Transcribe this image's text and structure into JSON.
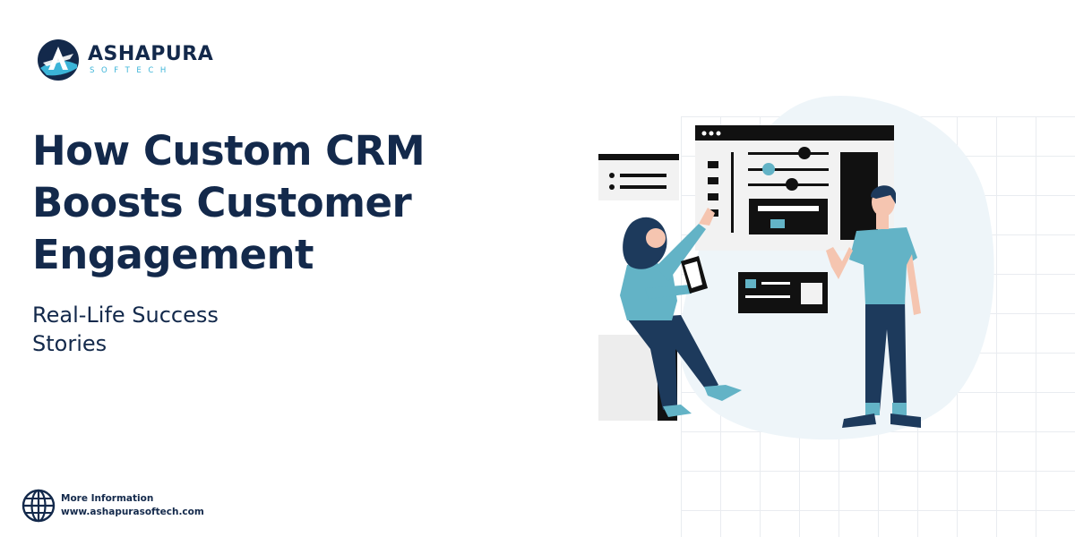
{
  "brand": {
    "name": "ASHAPURA",
    "tagline": "SOFTECH",
    "colors": {
      "navy": "#13294b",
      "accent": "#3bb4d8",
      "teal": "#63b3c6"
    }
  },
  "headline": {
    "lines": [
      "How Custom CRM",
      "Boosts Customer",
      "Engagement"
    ]
  },
  "subheadline": {
    "lines": [
      "Real-Life Success",
      "Stories"
    ]
  },
  "footer": {
    "label": "More Information",
    "website": "www.ashapurasoftech.com",
    "icon": "globe-icon"
  },
  "illustration": {
    "icon": "crm-dashboard-illustration"
  }
}
